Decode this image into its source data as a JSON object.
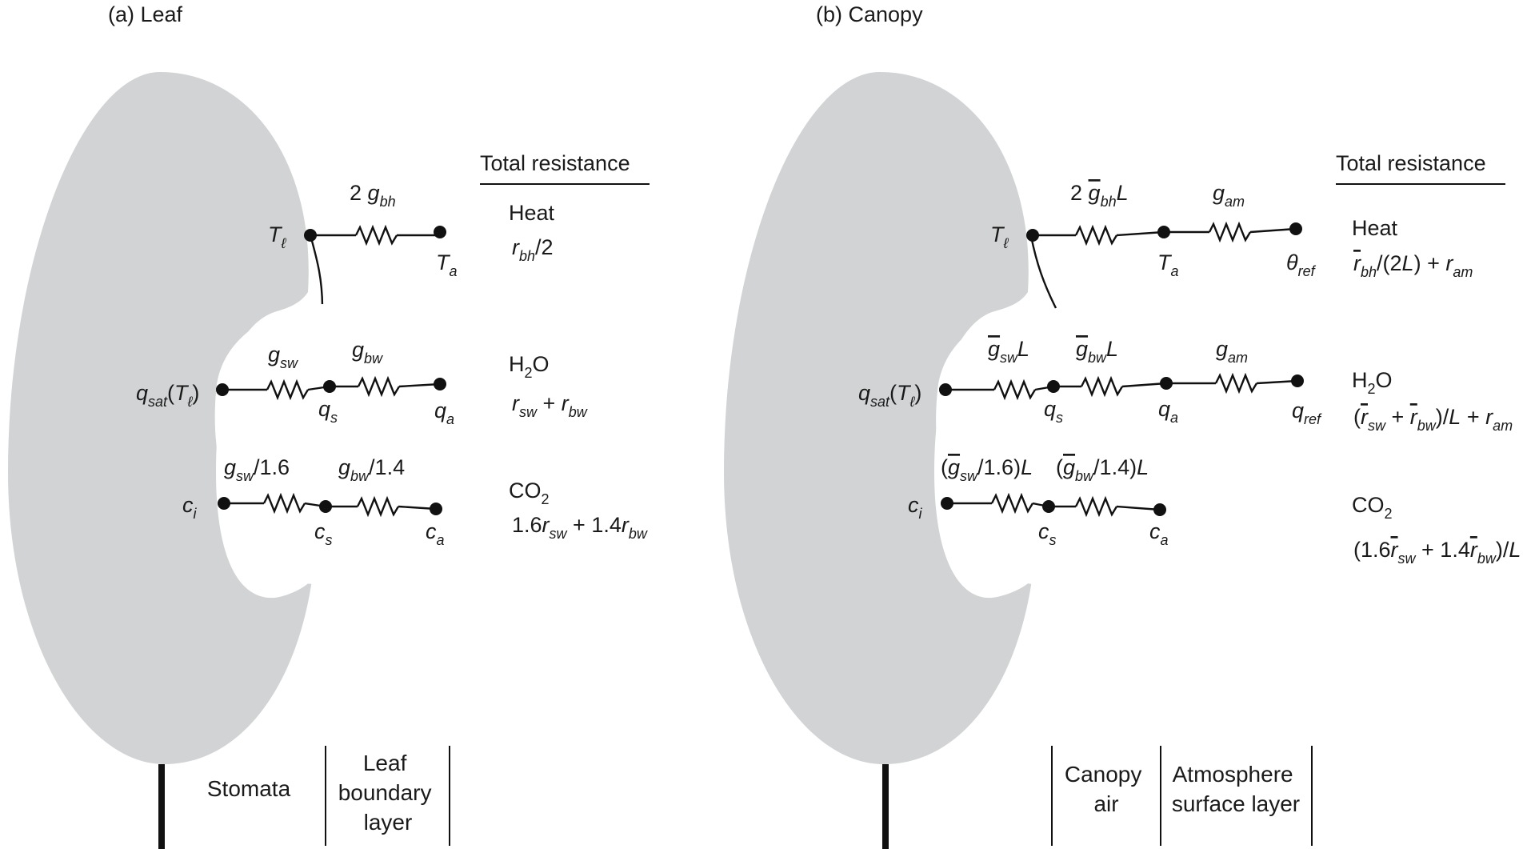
{
  "panels": {
    "leaf": {
      "title": "(a) Leaf",
      "total_header": "Total resistance",
      "heat": {
        "label": "Heat",
        "formula": "r_bh/2"
      },
      "h2o": {
        "label": "H2O",
        "formula": "r_sw + r_bw"
      },
      "co2": {
        "label": "CO2",
        "formula": "1.6r_sw + 1.4r_bw"
      },
      "nodes": [
        "T_ℓ",
        "T_a",
        "q_sat(T_ℓ)",
        "q_s",
        "q_a",
        "c_i",
        "c_s",
        "c_a"
      ],
      "conductances": [
        "2 g_bh",
        "g_sw",
        "g_bw",
        "g_sw/1.6",
        "g_bw/1.4"
      ],
      "zones": [
        "Stomata",
        "Leaf boundary layer"
      ]
    },
    "canopy": {
      "title": "(b) Canopy",
      "total_header": "Total resistance",
      "heat": {
        "label": "Heat",
        "formula": "r̄_bh/(2L) + r_am"
      },
      "h2o": {
        "label": "H2O",
        "formula": "(r̄_sw + r̄_bw)/L + r_am"
      },
      "co2": {
        "label": "CO2",
        "formula": "(1.6r̄_sw + 1.4r̄_bw)/L"
      },
      "nodes": [
        "T_ℓ",
        "T_a",
        "θ_ref",
        "q_sat(T_ℓ)",
        "q_s",
        "q_a",
        "q_ref",
        "c_i",
        "c_s",
        "c_a"
      ],
      "conductances": [
        "2 ḡ_bh L",
        "g_am",
        "ḡ_sw L",
        "ḡ_bw L",
        "g_am",
        "(ḡ_sw/1.6)L",
        "(ḡ_bw/1.4)L"
      ],
      "zones": [
        "Canopy air",
        "Atmosphere surface layer"
      ]
    }
  },
  "colors": {
    "leaf_fill": "#d1d3d4",
    "line": "#111111"
  }
}
